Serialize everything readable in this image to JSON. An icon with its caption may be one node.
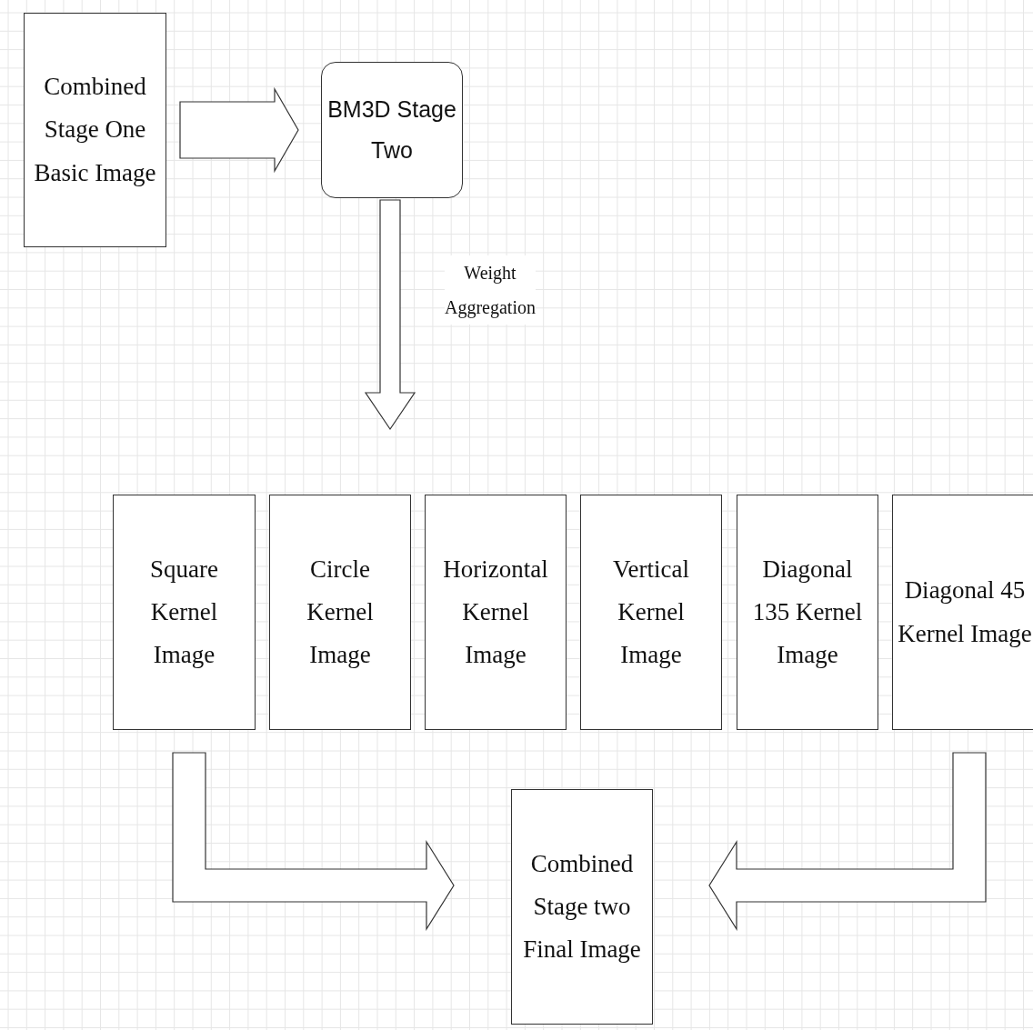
{
  "diagram": {
    "nodes": [
      {
        "text": [
          "Combined Stage One Basic Image"
        ]
      },
      {
        "text": [
          "BM3D Stage Two"
        ]
      },
      {
        "text": [
          "Square Kernel Image"
        ]
      },
      {
        "text": [
          "Circle Kernel Image"
        ]
      },
      {
        "text": [
          "Horizontal Kernel Image"
        ]
      },
      {
        "text": [
          "Vertical Kernel Image"
        ]
      },
      {
        "text": [
          "Diagonal 135 Kernel Image"
        ]
      },
      {
        "text": [
          "Diagonal 45 Kernel Image"
        ]
      },
      {
        "text": [
          "Combined Stage two Final Image"
        ]
      }
    ],
    "edges": [
      {
        "from": 0,
        "to": 1,
        "arrow": "to"
      },
      {
        "from": 1,
        "to": null,
        "arrow": "to",
        "label": "Weight Aggregation"
      },
      {
        "from": 2,
        "to": 8,
        "arrow": "to"
      },
      {
        "from": 7,
        "to": 8,
        "arrow": "to"
      }
    ]
  }
}
